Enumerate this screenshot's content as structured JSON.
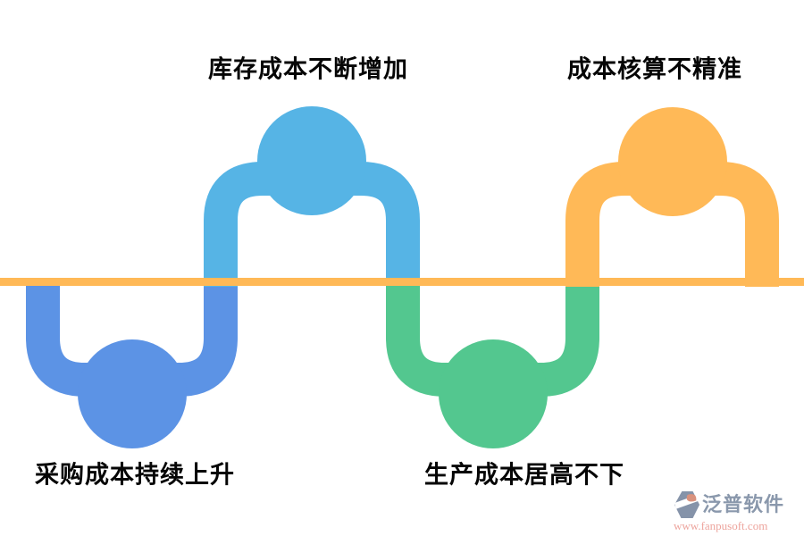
{
  "diagram": {
    "type": "wave-pipeline",
    "baseline_color": "#FFB957",
    "nodes": [
      {
        "id": "procurement",
        "label": "采购成本持续上升",
        "color": "#5C93E5",
        "placement": "below-line-left"
      },
      {
        "id": "inventory",
        "label": "库存成本不断增加",
        "color": "#56B4E5",
        "placement": "above-line-left"
      },
      {
        "id": "production",
        "label": "生产成本居高不下",
        "color": "#53C78F",
        "placement": "below-line-right"
      },
      {
        "id": "costing",
        "label": "成本核算不精准",
        "color": "#FFB957",
        "placement": "above-line-right"
      }
    ]
  },
  "watermark": {
    "brand": "泛普软件",
    "url": "www.fanpusoft.com",
    "brand_color": "#8A98AC",
    "url_color": "#EDA49D",
    "logo_gray": "#8593A9",
    "logo_red": "#D9927E"
  }
}
